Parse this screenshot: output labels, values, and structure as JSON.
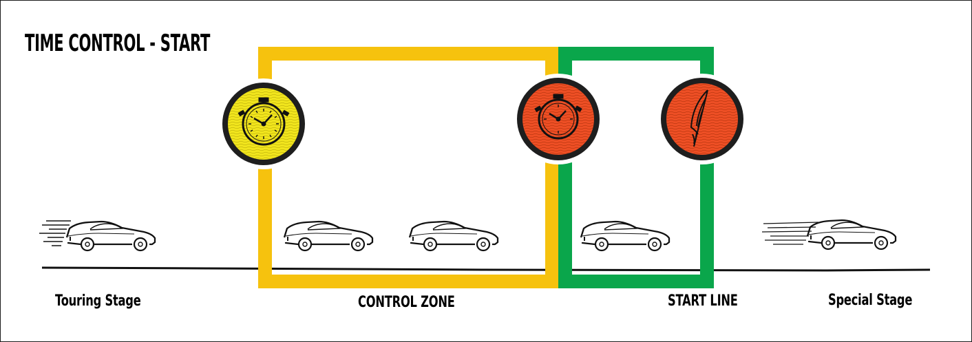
{
  "title": "TIME CONTROL - START",
  "labels": {
    "touring_stage": "Touring Stage",
    "control_zone": "CONTROL ZONE",
    "start_line": "START LINE",
    "special_stage": "Special Stage"
  },
  "colors": {
    "control_zone": "#f6c20e",
    "start_line": "#0aa64b",
    "yellow_sign": "#f1e51d",
    "red_sign": "#ee4f25",
    "road": "#000000"
  },
  "signs": [
    {
      "name": "time-control-sign",
      "icon": "stopwatch-icon",
      "color": "yellow"
    },
    {
      "name": "time-control-sign",
      "icon": "stopwatch-icon",
      "color": "red"
    },
    {
      "name": "start-sign",
      "icon": "flag-icon",
      "color": "red"
    }
  ]
}
